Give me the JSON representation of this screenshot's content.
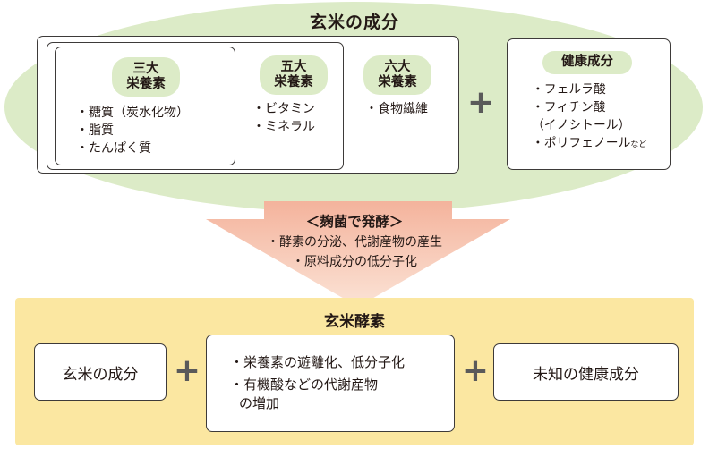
{
  "top": {
    "title": "玄米の成分",
    "groups": [
      {
        "pill_line1": "三大",
        "pill_line2": "栄養素",
        "items": [
          "・糖質（炭水化物）",
          "・脂質",
          "・たんぱく質"
        ]
      },
      {
        "pill_line1": "五大",
        "pill_line2": "栄養素",
        "items": [
          "・ビタミン",
          "・ミネラル"
        ]
      },
      {
        "pill_line1": "六大",
        "pill_line2": "栄養素",
        "items": [
          "・食物繊維"
        ]
      }
    ],
    "plus": "+",
    "health": {
      "title": "健康成分",
      "items": [
        "・フェルラ酸",
        "・フィチン酸",
        "（イノシトール）",
        "・ポリフェノール"
      ],
      "note": "など"
    }
  },
  "process": {
    "title": "＜麹菌で発酵＞",
    "items": [
      "・酵素の分泌、代謝産物の産生",
      "・原料成分の低分子化"
    ]
  },
  "bottom": {
    "title": "玄米酵素",
    "box1": "玄米の成分",
    "box2_items": [
      "・栄養素の遊離化、低分子化",
      "・有機酸などの代謝産物",
      "の増加"
    ],
    "box3": "未知の健康成分",
    "plus": "+"
  },
  "colors": {
    "green": "#dcebc7",
    "yellow": "#fbe7a1",
    "arrow_top": "#f4b39c",
    "arrow_bottom": "#fbe3d6"
  }
}
